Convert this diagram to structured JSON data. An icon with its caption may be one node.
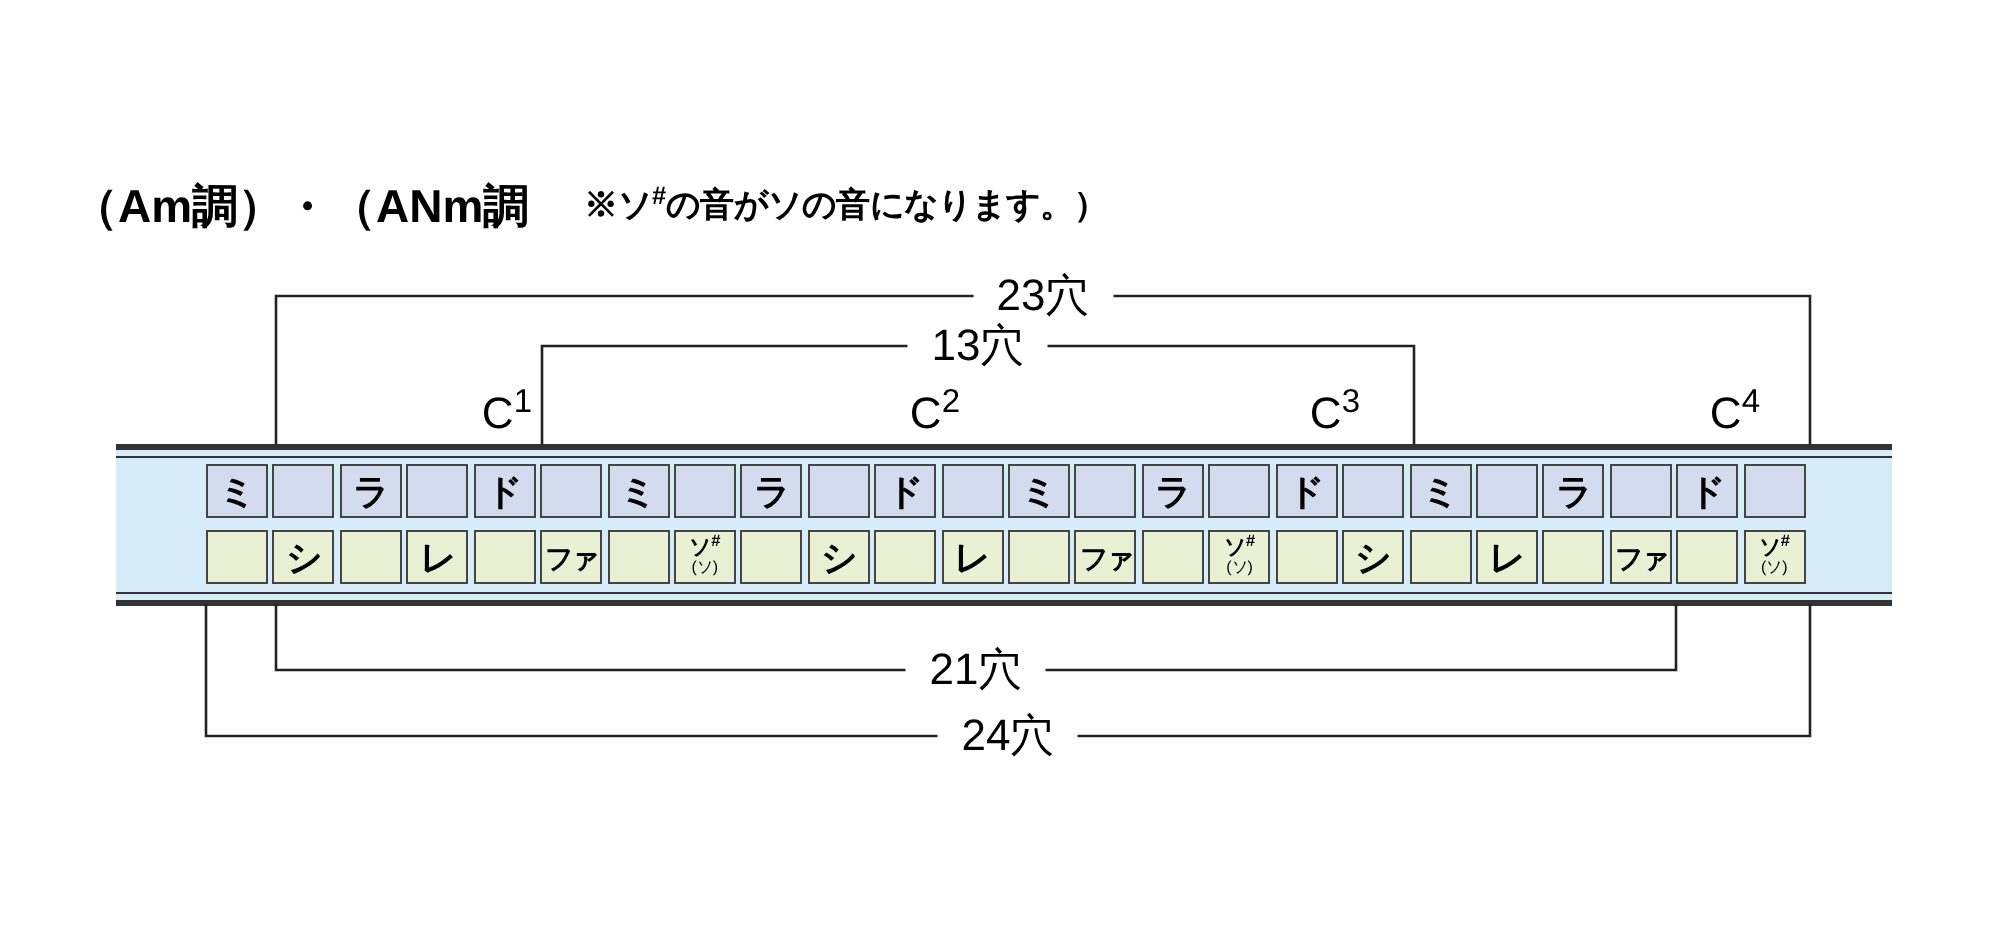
{
  "diagram": {
    "title": "（Am調）・（ANm調",
    "nodes": [
      {
        "text": [
          "ミ"
        ]
      },
      {
        "text": [],
        "shape": "box"
      },
      {
        "text": [
          "ラ"
        ]
      },
      {
        "text": [],
        "shape": "box"
      },
      {
        "text": [
          "ド"
        ]
      },
      {
        "text": [],
        "shape": "box"
      },
      {
        "text": [
          "ミ"
        ]
      },
      {
        "text": [],
        "shape": "box"
      },
      {
        "text": [
          "ラ"
        ]
      },
      {
        "text": [],
        "shape": "box"
      },
      {
        "text": [
          "ド"
        ]
      },
      {
        "text": [],
        "shape": "box"
      },
      {
        "text": [
          "ミ"
        ]
      },
      {
        "text": [],
        "shape": "box"
      },
      {
        "text": [
          "ラ"
        ]
      },
      {
        "text": [],
        "shape": "box"
      },
      {
        "text": [
          "ド"
        ]
      },
      {
        "text": [],
        "shape": "box"
      },
      {
        "text": [
          "ミ"
        ]
      },
      {
        "text": [],
        "shape": "box"
      },
      {
        "text": [
          "ラ"
        ]
      },
      {
        "text": [],
        "shape": "box"
      },
      {
        "text": [
          "ド"
        ]
      },
      {
        "text": [],
        "shape": "box"
      },
      {
        "text": [],
        "shape": "box"
      },
      {
        "text": [
          "シ"
        ]
      },
      {
        "text": [],
        "shape": "box"
      },
      {
        "text": [
          "レ"
        ]
      },
      {
        "text": [],
        "shape": "box"
      },
      {
        "text": [
          "ファ"
        ]
      },
      {
        "text": [],
        "shape": "box"
      },
      {
        "text": [
          "ソ$^{#}$",
          "(ソ)"
        ]
      },
      {
        "text": [],
        "shape": "box"
      },
      {
        "text": [
          "シ"
        ]
      },
      {
        "text": [],
        "shape": "box"
      },
      {
        "text": [
          "レ"
        ]
      },
      {
        "text": [],
        "shape": "box"
      },
      {
        "text": [
          "ファ"
        ]
      },
      {
        "text": [],
        "shape": "box"
      },
      {
        "text": [
          "ソ$^{#}$",
          "(ソ)"
        ]
      },
      {
        "text": [],
        "shape": "box"
      },
      {
        "text": [
          "シ"
        ]
      },
      {
        "text": [],
        "shape": "box"
      },
      {
        "text": [
          "レ"
        ]
      },
      {
        "text": [],
        "shape": "box"
      },
      {
        "text": [
          "ファ"
        ]
      },
      {
        "text": [],
        "shape": "box"
      },
      {
        "text": [
          "ソ$^{#}$",
          "(ソ)"
        ]
      }
    ],
    "labels": [
      "※ソ$^{#}$の音がソの音になります。）",
      "23穴",
      "13穴",
      "C$^{1}$",
      "C$^{2}$",
      "C$^{3}$",
      "C$^{4}$",
      "21穴",
      "24穴"
    ]
  }
}
